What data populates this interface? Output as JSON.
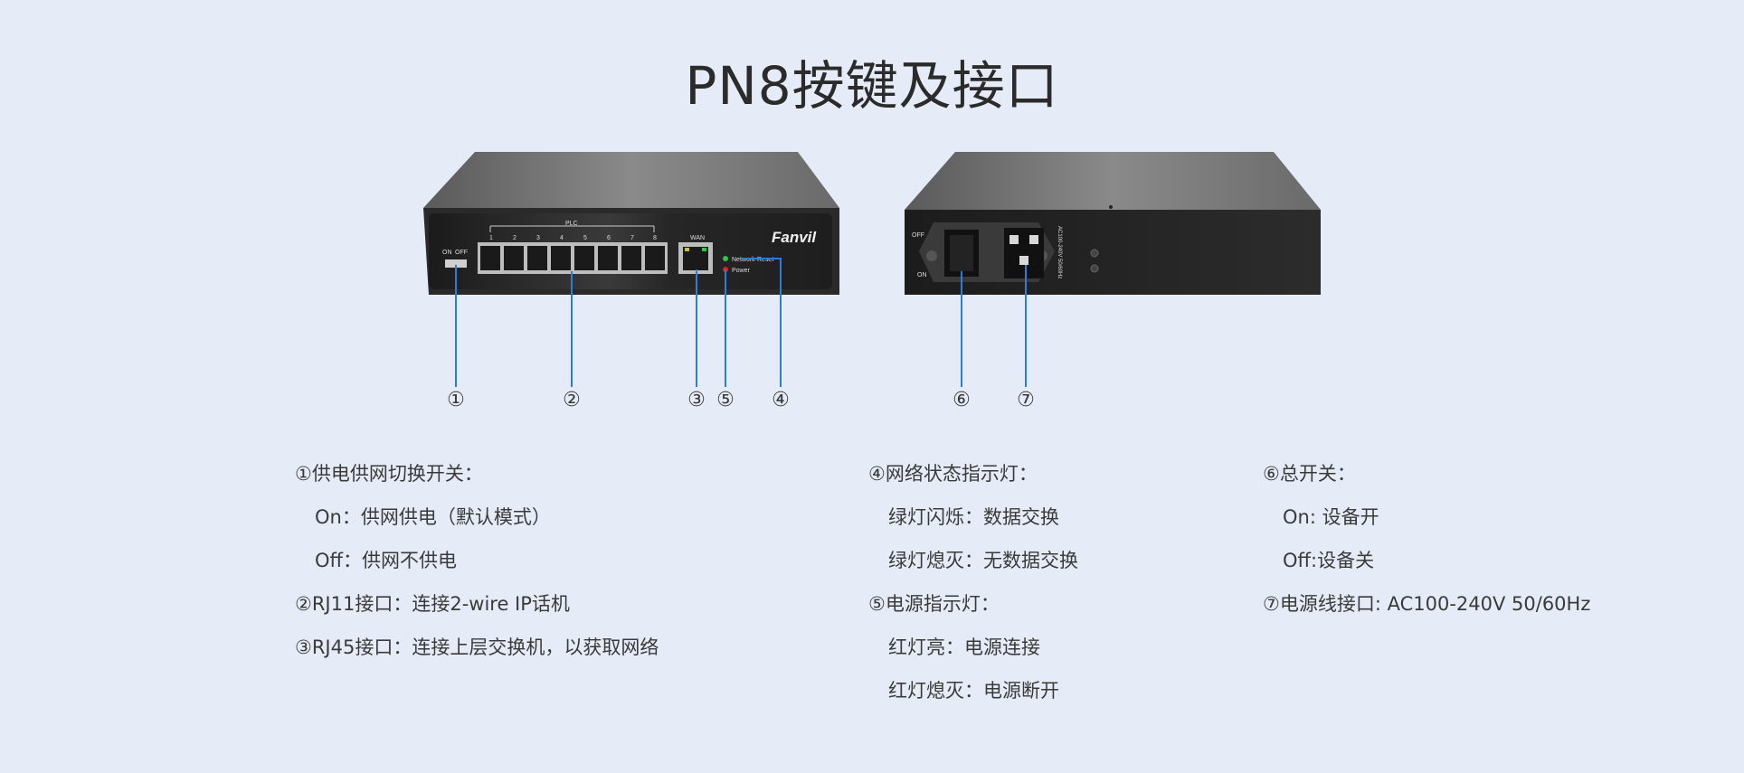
{
  "title": "PN8按键及接口",
  "front_panel": {
    "switch_on": "ON",
    "switch_off": "OFF",
    "plc_label": "PLC",
    "port_numbers": [
      "1",
      "2",
      "3",
      "4",
      "5",
      "6",
      "7",
      "8"
    ],
    "wan_label": "WAN",
    "led_network": "Network",
    "led_reset": "Reset",
    "led_power": "Power",
    "brand": "Fanvil"
  },
  "rear_panel": {
    "off_label": "OFF",
    "on_label": "ON",
    "power_spec": "AC100-240V 50/60Hz"
  },
  "callouts": [
    "①",
    "②",
    "③",
    "⑤",
    "④",
    "⑥",
    "⑦"
  ],
  "descriptions": {
    "col1": [
      "①供电供网切换开关：",
      "On：供网供电（默认模式）",
      "Off：供网不供电",
      "②RJ11接口：连接2-wire IP话机",
      "③RJ45接口：连接上层交换机，以获取网络"
    ],
    "col2": [
      "④网络状态指示灯：",
      "绿灯闪烁：数据交换",
      "绿灯熄灭：无数据交换",
      "⑤电源指示灯：",
      "红灯亮：电源连接",
      "红灯熄灭：电源断开"
    ],
    "col3": [
      "⑥总开关：",
      "On: 设备开",
      "Off:设备关",
      "⑦电源线接口: AC100-240V 50/60Hz"
    ]
  },
  "colors": {
    "background": "#e6ecf7",
    "callout_line": "#2a7fd4",
    "led_green": "#33c24a",
    "led_red": "#e02020"
  }
}
